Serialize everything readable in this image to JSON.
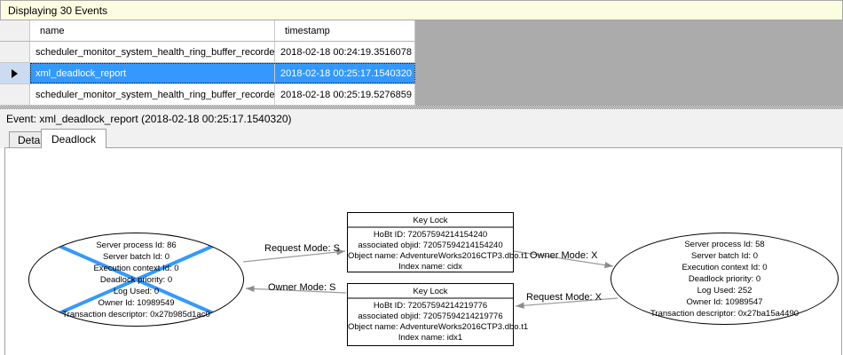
{
  "info_bar": {
    "text": "Displaying 30 Events"
  },
  "grid": {
    "columns": {
      "name": "name",
      "timestamp": "timestamp"
    },
    "rows": [
      {
        "name": "scheduler_monitor_system_health_ring_buffer_recorded",
        "timestamp": "2018-02-18 00:24:19.3516078"
      },
      {
        "name": "xml_deadlock_report",
        "timestamp": "2018-02-18 00:25:17.1540320"
      },
      {
        "name": "scheduler_monitor_system_health_ring_buffer_recorded",
        "timestamp": "2018-02-18 00:25:19.5276859"
      }
    ],
    "selected_row_index": 1
  },
  "event_bar": {
    "text": "Event: xml_deadlock_report (2018-02-18 00:25:17.1540320)"
  },
  "tabs": {
    "details": "Details",
    "deadlock": "Deadlock",
    "active": "Deadlock"
  },
  "deadlock_graph": {
    "processes": [
      {
        "role": "deadlock victim",
        "lines": [
          "Server process Id: 86",
          "Server batch Id: 0",
          "Execution context Id: 0",
          "Deadlock priority: 0",
          "Log Used: 0",
          "Owner Id: 10989549",
          "Transaction descriptor: 0x27b985d1ac0"
        ]
      },
      {
        "role": "surviving process",
        "lines": [
          "Server process Id: 58",
          "Server batch Id: 0",
          "Execution context Id: 0",
          "Deadlock priority: 0",
          "Log Used: 252",
          "Owner Id: 10989547",
          "Transaction descriptor: 0x27ba15a4490"
        ]
      }
    ],
    "resources": [
      {
        "title": "Key Lock",
        "lines": [
          "HoBt ID: 72057594214154240",
          "associated objid: 72057594214154240",
          "Object name: AdventureWorks2016CTP3.dbo.t1",
          "Index name: cidx"
        ]
      },
      {
        "title": "Key Lock",
        "lines": [
          "HoBt ID: 72057594214219776",
          "associated objid: 72057594214219776",
          "Object name: AdventureWorks2016CTP3.dbo.t1",
          "Index name: idx1"
        ]
      }
    ],
    "edges": [
      {
        "label": "Request Mode: S"
      },
      {
        "label": "Owner Mode: S"
      },
      {
        "label": "Owner Mode: X"
      },
      {
        "label": "Request Mode: X"
      }
    ]
  },
  "colors": {
    "selection": "#3399ff",
    "victim_cross": "#3399ff",
    "info_bar_bg": "#fcfce1",
    "grid_empty_bg": "#ababab",
    "edge_line": "#9a9a9a"
  }
}
